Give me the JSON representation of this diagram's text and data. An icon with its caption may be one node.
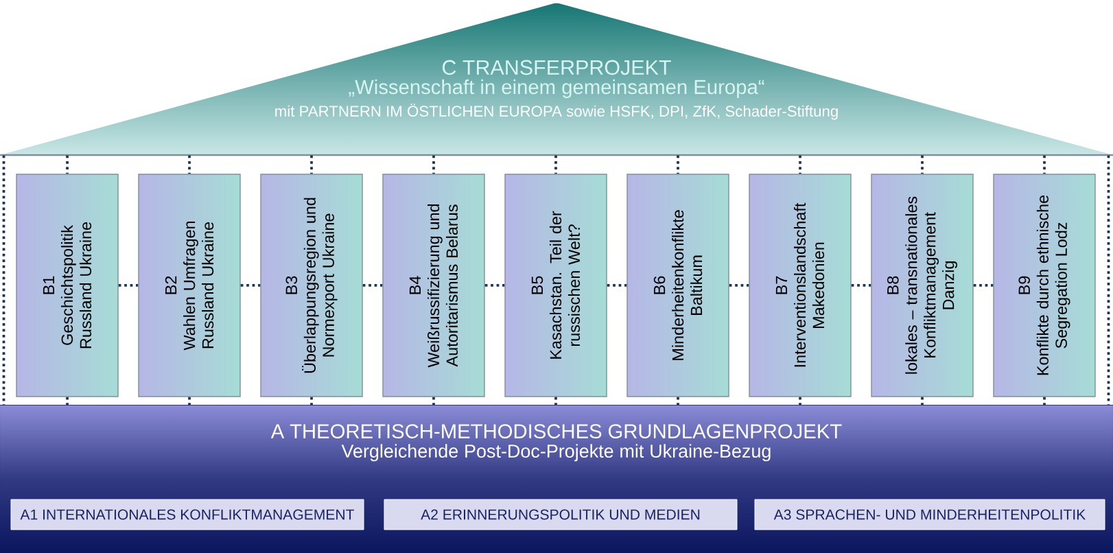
{
  "diagram": {
    "nodes": [
      {
        "text": [
          "C  TRANSFERPROJEKT",
          "„Wissenschaft in einem gemeinsamen Europa“",
          "mit PARTNERN IM ÖSTLICHEN EUROPA sowie HSFK, DPI, ZfK, Schader-Stiftung"
        ]
      },
      {
        "text": [
          "B1",
          "Geschichtspolitik Russland Ukraine"
        ]
      },
      {
        "text": [
          "B2",
          "Wahlen Umfragen Russland Ukraine"
        ]
      },
      {
        "text": [
          "B3",
          "Überlappungsregion und Normexport Ukraine"
        ]
      },
      {
        "text": [
          "B4",
          "Weißrussifizierung und Autoritarismus Belarus"
        ]
      },
      {
        "text": [
          "B5",
          "Kasachstan. Teil der russischen Welt?"
        ]
      },
      {
        "text": [
          "B6",
          "Minderheitenkonflikte Baltikum"
        ]
      },
      {
        "text": [
          "B7",
          "Interventionslandschaft Makedonien"
        ]
      },
      {
        "text": [
          "B8",
          "lokales – transnationales Konfliktmanagement Danzig"
        ]
      },
      {
        "text": [
          "B9",
          "Konflikte durch ethnische Segregation Lodz"
        ]
      },
      {
        "text": [
          "A  THEORETISCH-METHODISCHES GRUNDLAGENPROJEKT",
          "Vergleichende Post-Doc-Projekte mit Ukraine-Bezug"
        ]
      },
      {
        "text": [
          "A1  INTERNATIONALES KONFLIKTMANAGEMENT"
        ],
        "in": 10
      },
      {
        "text": [
          "A2  ERINNERUNGSPOLITIK UND MEDIEN"
        ],
        "in": 10
      },
      {
        "text": [
          "A3  SPRACHEN- UND MINDERHEITENPOLITIK"
        ],
        "in": 10
      }
    ],
    "edges": [
      {
        "from": 1,
        "to": 2,
        "arrow": "none",
        "style": "dashed"
      },
      {
        "from": 2,
        "to": 3,
        "arrow": "none",
        "style": "dashed"
      },
      {
        "from": 3,
        "to": 4,
        "arrow": "none",
        "style": "dashed"
      },
      {
        "from": 4,
        "to": 5,
        "arrow": "none",
        "style": "dashed"
      },
      {
        "from": 5,
        "to": 6,
        "arrow": "none",
        "style": "dashed"
      },
      {
        "from": 6,
        "to": 7,
        "arrow": "none",
        "style": "dashed"
      },
      {
        "from": 7,
        "to": 8,
        "arrow": "none",
        "style": "dashed"
      },
      {
        "from": 8,
        "to": 9,
        "arrow": "none",
        "style": "dashed"
      },
      {
        "from": 0,
        "to": 1,
        "arrow": "none",
        "style": "dashed"
      },
      {
        "from": 0,
        "to": 2,
        "arrow": "none",
        "style": "dashed"
      },
      {
        "from": 0,
        "to": 3,
        "arrow": "none",
        "style": "dashed"
      },
      {
        "from": 0,
        "to": 4,
        "arrow": "none",
        "style": "dashed"
      },
      {
        "from": 0,
        "to": 5,
        "arrow": "none",
        "style": "dashed"
      },
      {
        "from": 0,
        "to": 6,
        "arrow": "none",
        "style": "dashed"
      },
      {
        "from": 0,
        "to": 7,
        "arrow": "none",
        "style": "dashed"
      },
      {
        "from": 0,
        "to": 8,
        "arrow": "none",
        "style": "dashed"
      },
      {
        "from": 0,
        "to": 9,
        "arrow": "none",
        "style": "dashed"
      },
      {
        "from": 1,
        "to": 10,
        "arrow": "none",
        "style": "dashed"
      },
      {
        "from": 2,
        "to": 10,
        "arrow": "none",
        "style": "dashed"
      },
      {
        "from": 3,
        "to": 10,
        "arrow": "none",
        "style": "dashed"
      },
      {
        "from": 4,
        "to": 10,
        "arrow": "none",
        "style": "dashed"
      },
      {
        "from": 5,
        "to": 10,
        "arrow": "none",
        "style": "dashed"
      },
      {
        "from": 6,
        "to": 10,
        "arrow": "none",
        "style": "dashed"
      },
      {
        "from": 7,
        "to": 10,
        "arrow": "none",
        "style": "dashed"
      },
      {
        "from": 8,
        "to": 10,
        "arrow": "none",
        "style": "dashed"
      },
      {
        "from": 9,
        "to": 10,
        "arrow": "none",
        "style": "dashed"
      },
      {
        "from": 0,
        "to": 10,
        "arrow": "none",
        "style": "dashed"
      },
      {
        "from": 0,
        "to": 10,
        "arrow": "none",
        "style": "dashed"
      }
    ]
  }
}
